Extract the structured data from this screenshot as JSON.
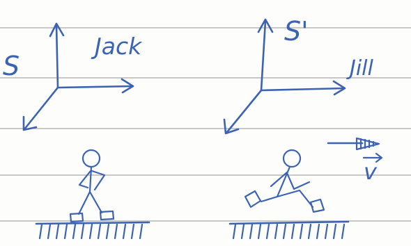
{
  "labels": {
    "frame_s": "S",
    "frame_s_prime": "S'",
    "observer_left": "Jack",
    "observer_right": "Jill",
    "velocity": "v"
  },
  "colors": {
    "ink": "#3c63b3",
    "paper_rules": "#a9aaa6",
    "paper": "#fdfdfb"
  }
}
